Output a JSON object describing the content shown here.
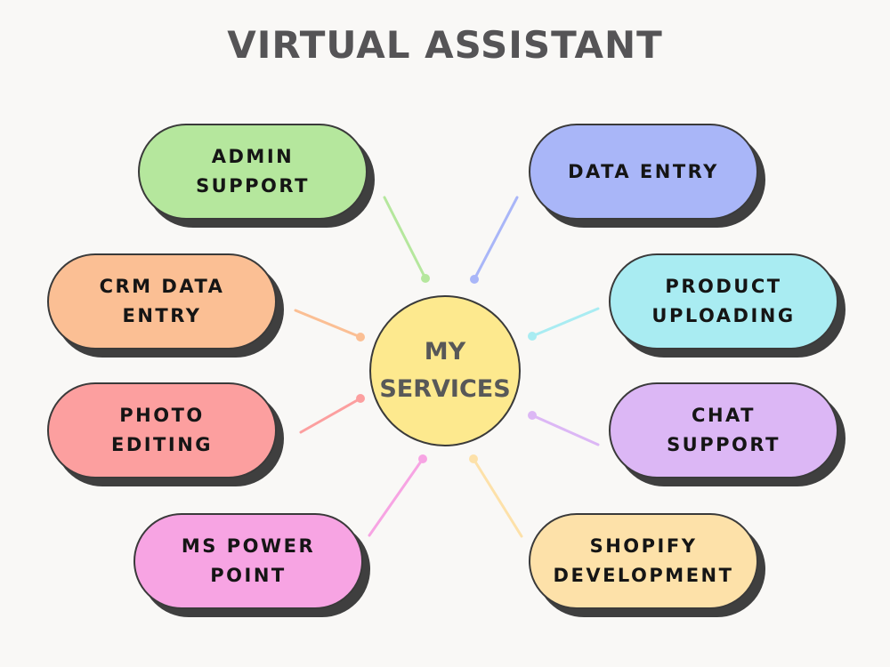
{
  "title": "VIRTUAL ASSISTANT",
  "center": {
    "line1": "MY",
    "line2": "SERVICES",
    "color": "#fde98e"
  },
  "services": [
    {
      "line1": "ADMIN",
      "line2": "SUPPORT",
      "color": "#b5e79d"
    },
    {
      "line1": "DATA ENTRY",
      "line2": "",
      "color": "#a9b6f8"
    },
    {
      "line1": "CRM DATA",
      "line2": "ENTRY",
      "color": "#fbbf94"
    },
    {
      "line1": "PRODUCT",
      "line2": "UPLOADING",
      "color": "#a9ecf2"
    },
    {
      "line1": "PHOTO",
      "line2": "EDITING",
      "color": "#fc9f9f"
    },
    {
      "line1": "CHAT",
      "line2": "SUPPORT",
      "color": "#dcb7f5"
    },
    {
      "line1": "MS POWER",
      "line2": "POINT",
      "color": "#f7a4e3"
    },
    {
      "line1": "SHOPIFY",
      "line2": "DEVELOPMENT",
      "color": "#fde1a9"
    }
  ]
}
